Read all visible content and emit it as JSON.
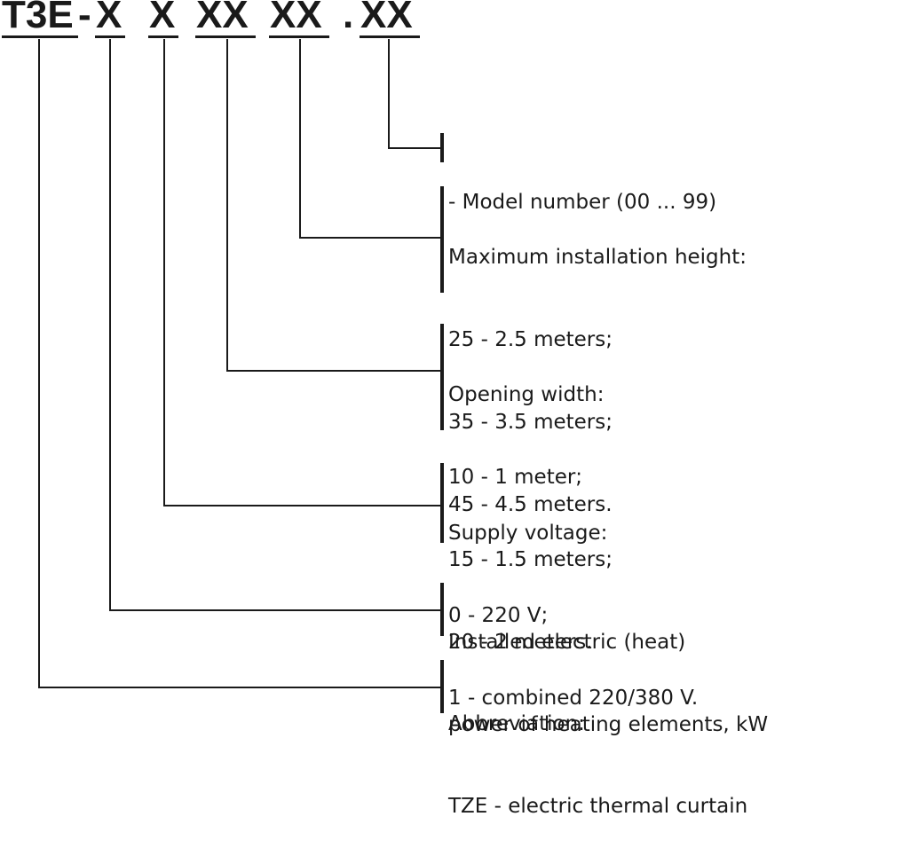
{
  "code": {
    "prefix": "T3E",
    "dash": "-",
    "pos1": "X",
    "pos2": "X",
    "pos3": "XX",
    "pos4": "XX",
    "dot": ".",
    "pos5": "XX"
  },
  "descriptions": {
    "model": [
      "- Model number (00 ... 99)"
    ],
    "height": [
      "Maximum installation height:",
      "25 - 2.5 meters;",
      "35 - 3.5 meters;",
      "45 - 4.5 meters."
    ],
    "width": [
      "Opening width:",
      "10 - 1 meter;",
      "15 - 1.5 meters;",
      "20 - 2 meters."
    ],
    "voltage": [
      "Supply voltage:",
      "0 - 220 V;",
      "1 - combined 220/380 V."
    ],
    "power": [
      "Installed electric (heat)",
      "power of heating elements, kW"
    ],
    "abbreviation": [
      "Abbreviation:",
      "TZE - electric thermal curtain"
    ]
  }
}
